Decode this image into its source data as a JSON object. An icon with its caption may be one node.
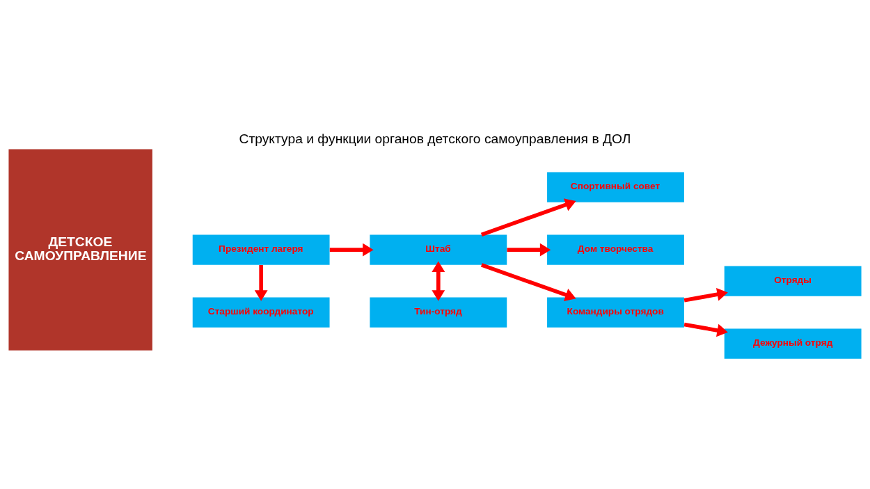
{
  "diagram": {
    "title": "Структура и функции органов детского самоуправления в ДОЛ",
    "nodes": [
      {
        "text": [
          "ДЕТСКОЕ САМОУПРАВЛЕНИЕ"
        ]
      },
      {
        "text": [
          "Президент лагеря"
        ]
      },
      {
        "text": [
          "Штаб"
        ]
      },
      {
        "text": [
          "Старший координатор"
        ]
      },
      {
        "text": [
          "Спортивный совет"
        ]
      },
      {
        "text": [
          "Дом творчества"
        ]
      },
      {
        "text": [
          "Командиры отрядов"
        ]
      },
      {
        "text": [
          "Тин-отряд"
        ]
      },
      {
        "text": [
          "Отряды"
        ]
      },
      {
        "text": [
          "Дежурный отряд"
        ]
      }
    ],
    "edges": [
      {
        "from": 1,
        "to": 3,
        "arrow": "to"
      },
      {
        "from": 1,
        "to": 2,
        "arrow": "to"
      },
      {
        "from": 2,
        "to": 4,
        "arrow": "to"
      },
      {
        "from": 2,
        "to": 5,
        "arrow": "to"
      },
      {
        "from": 2,
        "to": 6,
        "arrow": "to"
      },
      {
        "from": 2,
        "to": 7,
        "arrow": "both"
      },
      {
        "from": 6,
        "to": 8,
        "arrow": "to"
      },
      {
        "from": 6,
        "to": 9,
        "arrow": "to"
      }
    ]
  }
}
